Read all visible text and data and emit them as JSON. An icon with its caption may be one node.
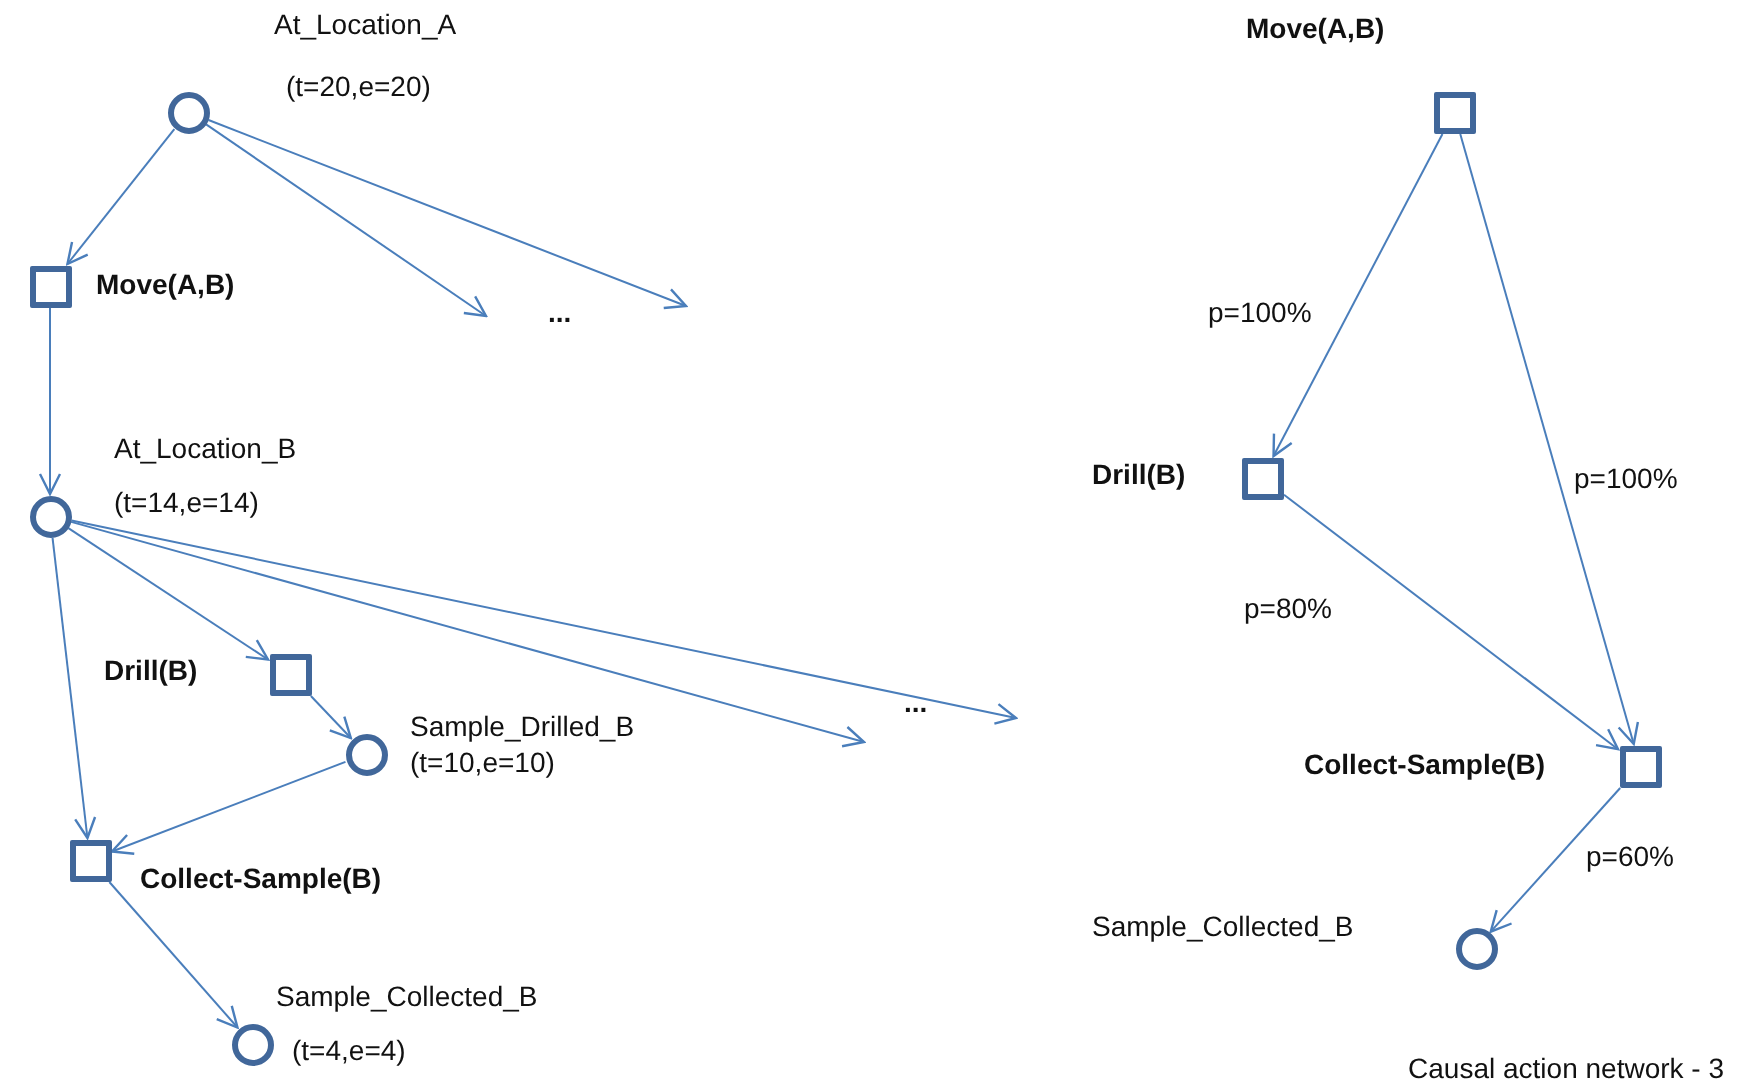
{
  "diagram": {
    "caption": "Causal action network - 3",
    "nodes": [
      {
        "text": [
          "At_Location_A",
          "(t=20,e=20)"
        ]
      },
      {
        "text": [
          "Move(A,B)"
        ]
      },
      {
        "text": [
          "At_Location_B",
          "(t=14,e=14)"
        ]
      },
      {
        "text": [
          "Drill(B)"
        ]
      },
      {
        "text": [
          "Sample_Drilled_B",
          "(t=10,e=10)"
        ]
      },
      {
        "text": [
          "Collect-Sample(B)"
        ]
      },
      {
        "text": [
          "Sample_Collected_B",
          "(t=4,e=4)"
        ]
      },
      {
        "text": [
          "Move(A,B)"
        ]
      },
      {
        "text": [
          "Drill(B)"
        ]
      },
      {
        "text": [
          "Collect-Sample(B)"
        ]
      },
      {
        "text": [
          "Sample_Collected_B"
        ]
      }
    ],
    "edges": [
      {
        "from": 0,
        "to": 1,
        "arrow": "to"
      },
      {
        "from": 0,
        "to": null,
        "arrow": "to"
      },
      {
        "from": 0,
        "to": null,
        "arrow": "to"
      },
      {
        "from": 1,
        "to": 2,
        "arrow": "to"
      },
      {
        "from": 2,
        "to": 3,
        "arrow": "to"
      },
      {
        "from": 2,
        "to": 5,
        "arrow": "to"
      },
      {
        "from": 2,
        "to": null,
        "arrow": "to"
      },
      {
        "from": 2,
        "to": null,
        "arrow": "to"
      },
      {
        "from": 3,
        "to": 4,
        "arrow": "to"
      },
      {
        "from": 4,
        "to": 5,
        "arrow": "to"
      },
      {
        "from": 5,
        "to": 6,
        "arrow": "to"
      },
      {
        "from": 7,
        "to": 8,
        "arrow": "to",
        "label": "p=100%"
      },
      {
        "from": 7,
        "to": 9,
        "arrow": "to",
        "label": "p=100%"
      },
      {
        "from": 8,
        "to": 9,
        "arrow": "to",
        "label": "p=80%"
      },
      {
        "from": 9,
        "to": 10,
        "arrow": "to",
        "label": "p=60%"
      }
    ],
    "labels": [
      "...",
      "..."
    ]
  }
}
